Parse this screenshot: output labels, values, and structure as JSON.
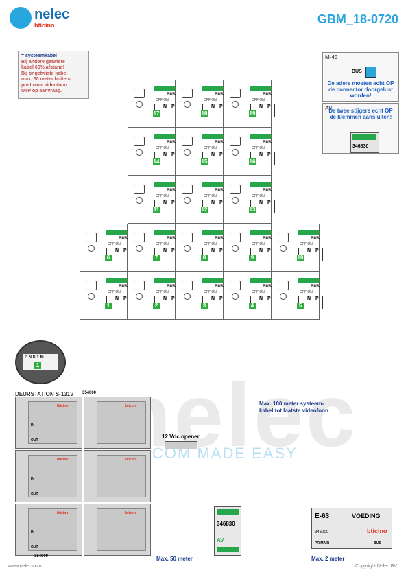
{
  "header": {
    "logo_text": "nelec",
    "logo_sub": "bticino",
    "doc_code": "GBM_18-0720"
  },
  "legend": {
    "title": "= systeemkabel",
    "lines": [
      "Bij andere getwiste",
      "kabel 66% afstand!",
      "Bij ongetwiste kabel",
      "max. 50 meter buiten-",
      "post naar videofoon.",
      "UTP op aanvraag."
    ]
  },
  "m40_panel": {
    "tag": "M-40",
    "bus_label": "BUS",
    "note": "De aders moeten echt OP de connector doorgelust worden!"
  },
  "av_panel": {
    "tag": "AV",
    "note": "De twee stijgers echt OP de klemmen aansluiten!",
    "part": "346830"
  },
  "units": {
    "bus": "BUS",
    "offon": "OFF ON",
    "n": "N",
    "p": "P",
    "numbers": [
      "17",
      "18",
      "19",
      "14",
      "15",
      "16",
      "11",
      "12",
      "13",
      "6",
      "7",
      "8",
      "9",
      "10",
      "1",
      "2",
      "3",
      "4",
      "5"
    ]
  },
  "dip_switch": {
    "labels": [
      "P",
      "N",
      "S",
      "T",
      "M"
    ],
    "digit": "1"
  },
  "door_station": {
    "title": "DEURSTATION S-131V",
    "part_top": "354000",
    "part_bottom": "354000",
    "in_label": "IN",
    "out_label": "OUT"
  },
  "opener": {
    "label": "12 Vdc opener"
  },
  "cable_notes": {
    "max100": "Max. 100 meter systeem-kabel tot laatste videofoon",
    "max50": "Max. 50 meter",
    "max2": "Max. 2 meter"
  },
  "av_module": {
    "part": "346830",
    "tag": "AV"
  },
  "power_supply": {
    "model": "E-63",
    "title": "VOEDING",
    "part": "346000",
    "brand": "bticino",
    "primary": "PRIMAIR",
    "bus": "BUS"
  },
  "watermark": {
    "main": "nelec",
    "sub": "COM MADE EASY"
  },
  "footer": {
    "left": "www.nelec.com",
    "right": "Copyright Nelec BV"
  },
  "colors": {
    "accent": "#2aa6df",
    "bus_green": "#26a84a",
    "cable_red": "#c0504d",
    "cable_blue": "#1f3c8c"
  }
}
